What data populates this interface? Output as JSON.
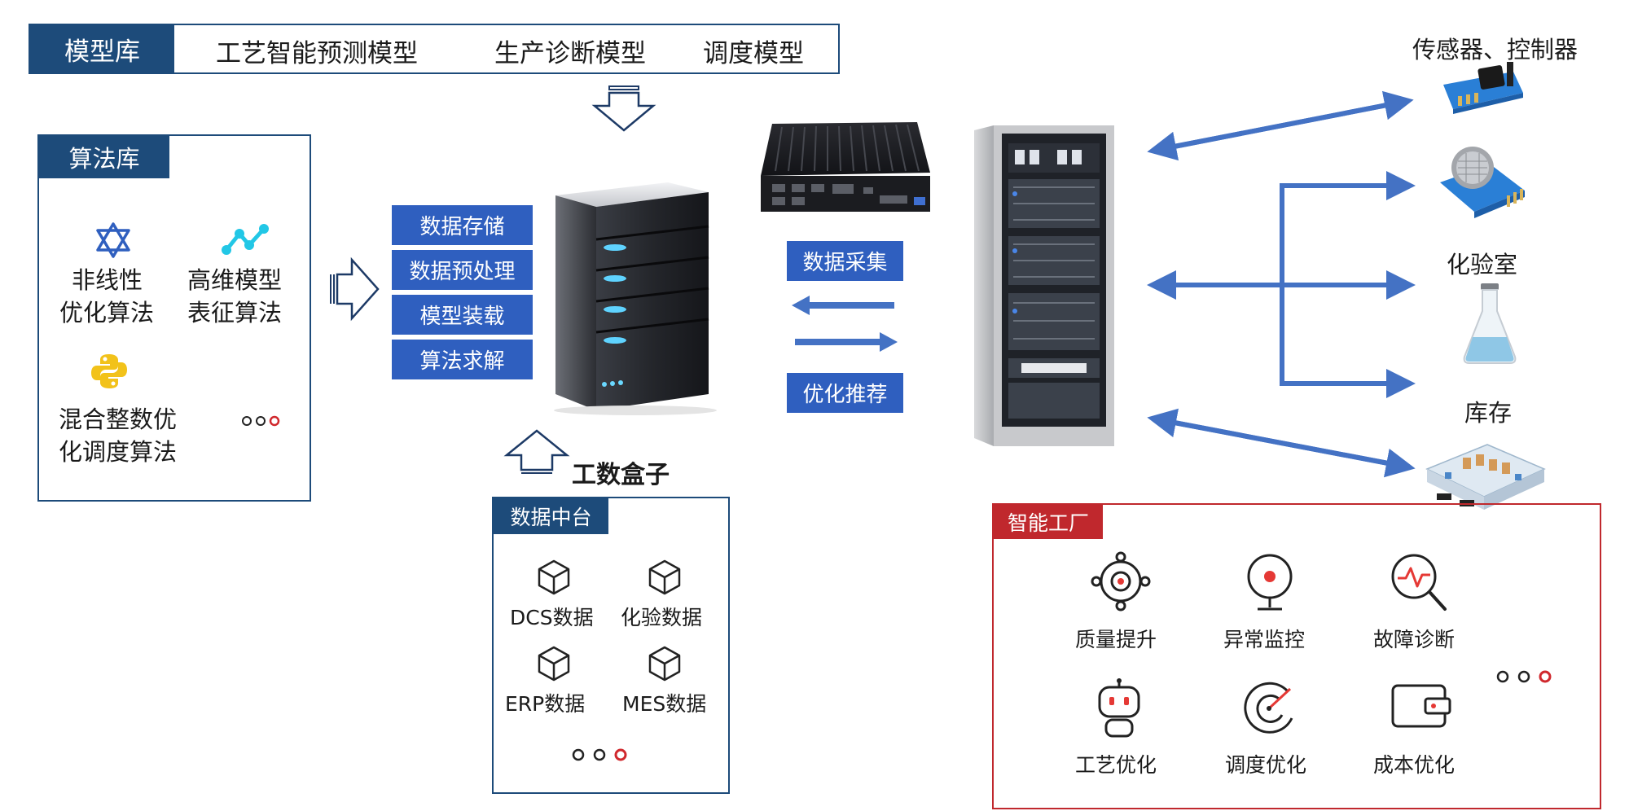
{
  "model_lib": {
    "label": "模型库",
    "items": [
      "工艺智能预测模型",
      "生产诊断模型",
      "调度模型"
    ]
  },
  "algo_lib": {
    "label": "算法库",
    "items": [
      {
        "line1": "非线性",
        "line2": "优化算法",
        "icon": "star-of-david-icon"
      },
      {
        "line1": "高维模型",
        "line2": "表征算法",
        "icon": "scatter-link-icon"
      },
      {
        "line1": "混合整数优",
        "line2": "化调度算法",
        "icon": "python-logo-icon"
      }
    ]
  },
  "server_functions": [
    "数据存储",
    "数据预处理",
    "模型装载",
    "算法求解"
  ],
  "box_label": "工数盒子",
  "data_center": {
    "label": "数据中台",
    "items": [
      "DCS数据",
      "化验数据",
      "ERP数据",
      "MES数据"
    ]
  },
  "flow": {
    "collect": "数据采集",
    "recommend": "优化推荐"
  },
  "sources": {
    "sensors": "传感器、控制器",
    "lab": "化验室",
    "inventory": "库存"
  },
  "smart_factory": {
    "label": "智能工厂",
    "items": [
      {
        "label": "质量提升",
        "icon": "target-icon"
      },
      {
        "label": "异常监控",
        "icon": "monitor-dot-icon"
      },
      {
        "label": "故障诊断",
        "icon": "diagnosis-magnifier-icon"
      },
      {
        "label": "工艺优化",
        "icon": "robot-icon"
      },
      {
        "label": "调度优化",
        "icon": "dispatch-gauge-icon"
      },
      {
        "label": "成本优化",
        "icon": "wallet-icon"
      }
    ]
  },
  "colors": {
    "navy": "#1d4b7a",
    "blue": "#2f5fbf",
    "arrow_blue": "#4472c4",
    "factory_red": "#c0282d"
  }
}
